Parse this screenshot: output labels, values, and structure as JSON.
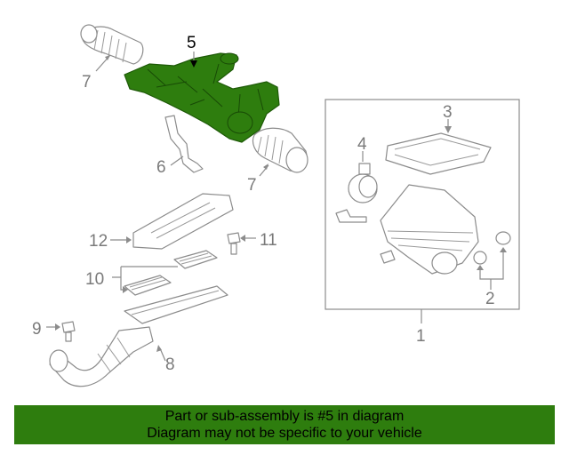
{
  "diagram": {
    "callouts": {
      "c1": "1",
      "c2": "2",
      "c3": "3",
      "c4": "4",
      "c5": "5",
      "c6": "6",
      "c7a": "7",
      "c7b": "7",
      "c8": "8",
      "c9": "9",
      "c10": "10",
      "c11": "11",
      "c12": "12"
    },
    "highlight_part": "5",
    "colors": {
      "highlight_fill": "#2e7d0e",
      "line": "#8c8c8c",
      "callout_text": "#7a7a7a",
      "banner_bg": "#2e7d0e"
    }
  },
  "banner": {
    "line1": "Part or sub-assembly is #5 in diagram",
    "line2": "Diagram may not be specific to your vehicle"
  }
}
